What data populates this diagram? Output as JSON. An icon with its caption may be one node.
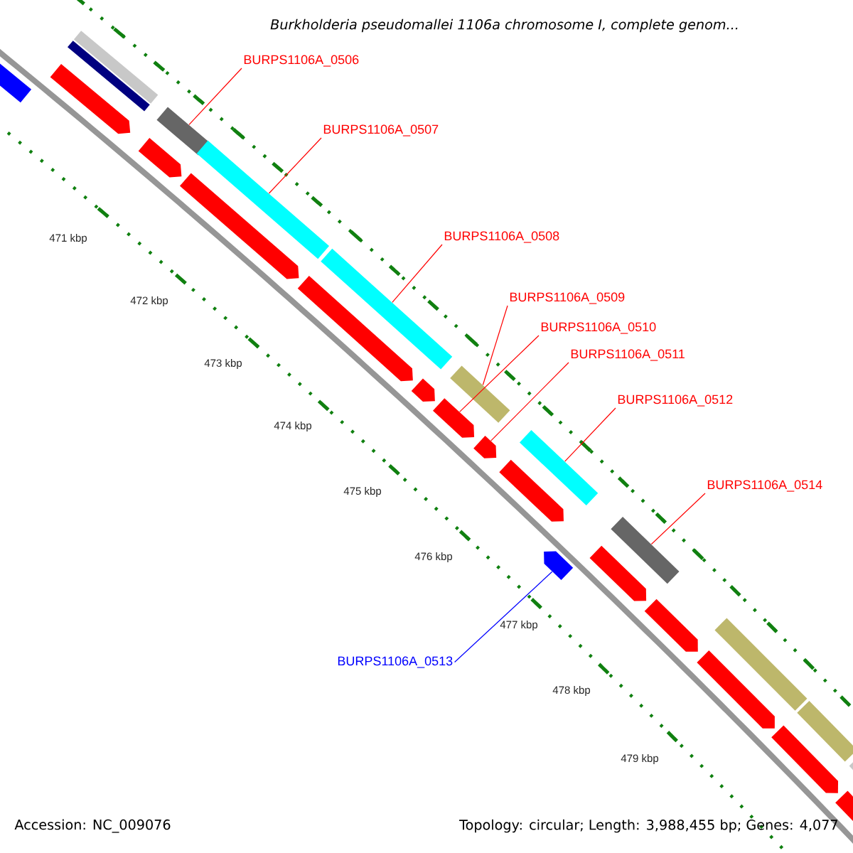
{
  "diagram": {
    "title": "Burkholderia pseudomallei 1106a chromosome I, complete genom...",
    "nodes": [
      {
        "text": [
          "BURPS1106A_0506"
        ]
      },
      {
        "text": [
          "BURPS1106A_0507"
        ]
      },
      {
        "text": [
          "BURPS1106A_0508"
        ]
      },
      {
        "text": [
          "BURPS1106A_0509"
        ]
      },
      {
        "text": [
          "BURPS1106A_0510"
        ]
      },
      {
        "text": [
          "BURPS1106A_0511"
        ]
      },
      {
        "text": [
          "BURPS1106A_0512"
        ]
      },
      {
        "text": [
          "BURPS1106A_0514"
        ]
      },
      {
        "text": [
          "BURPS1106A_0513"
        ]
      },
      {
        "text": [],
        "shape": "bar"
      },
      {
        "text": [],
        "shape": "bar"
      },
      {
        "text": [],
        "shape": "bar"
      },
      {
        "text": [],
        "shape": "bar"
      },
      {
        "text": [],
        "shape": "arrow"
      },
      {
        "text": [],
        "shape": "arrow"
      },
      {
        "text": [],
        "shape": "bar"
      },
      {
        "text": [],
        "shape": "bar"
      },
      {
        "text": [],
        "shape": "arrow"
      },
      {
        "text": [],
        "shape": "arrow"
      },
      {
        "text": [],
        "shape": "arrow"
      },
      {
        "text": [],
        "shape": "arrow"
      },
      {
        "text": [],
        "shape": "arrow"
      },
      {
        "text": [],
        "shape": "arrow"
      },
      {
        "text": [],
        "shape": "arrow"
      },
      {
        "text": [],
        "shape": "arrow"
      },
      {
        "text": [],
        "shape": "arrow"
      },
      {
        "text": [],
        "shape": "arrow"
      },
      {
        "text": [],
        "shape": "arrow"
      },
      {
        "text": [],
        "shape": "arrow"
      },
      {
        "text": [],
        "shape": "bar"
      },
      {
        "text": [],
        "shape": "bar"
      },
      {
        "text": [],
        "shape": "bar"
      },
      {
        "text": [],
        "shape": "bar"
      },
      {
        "text": [],
        "shape": "bar"
      },
      {
        "text": [],
        "shape": "bar"
      }
    ],
    "edges": [
      {
        "from": 0,
        "to": 9,
        "arrow": "none"
      },
      {
        "from": 1,
        "to": 10,
        "arrow": "none"
      },
      {
        "from": 2,
        "to": 11,
        "arrow": "none"
      },
      {
        "from": 3,
        "to": 12,
        "arrow": "none"
      },
      {
        "from": 4,
        "to": 13,
        "arrow": "none"
      },
      {
        "from": 5,
        "to": 14,
        "arrow": "none"
      },
      {
        "from": 6,
        "to": 15,
        "arrow": "none"
      },
      {
        "from": 7,
        "to": 16,
        "arrow": "none"
      },
      {
        "from": 8,
        "to": 17,
        "arrow": "none",
        "color": "#0000ff"
      }
    ],
    "labels": [
      "471 kbp",
      "472 kbp",
      "473 kbp",
      "474 kbp",
      "475 kbp",
      "476 kbp",
      "477 kbp",
      "478 kbp",
      "479 kbp",
      "Accession: NC_009076",
      "Topology: circular; Length: 3,988,455 bp; Genes: 4,077"
    ]
  }
}
